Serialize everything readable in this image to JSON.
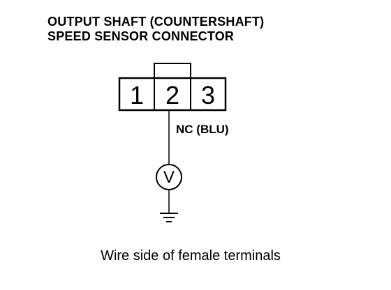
{
  "title": {
    "line1": "OUTPUT SHAFT (COUNTERSHAFT)",
    "line2": "SPEED SENSOR CONNECTOR"
  },
  "connector": {
    "pins": [
      "1",
      "2",
      "3"
    ]
  },
  "wire": {
    "label": "NC (BLU)"
  },
  "meter": {
    "symbol": "V"
  },
  "caption": "Wire side of female terminals"
}
